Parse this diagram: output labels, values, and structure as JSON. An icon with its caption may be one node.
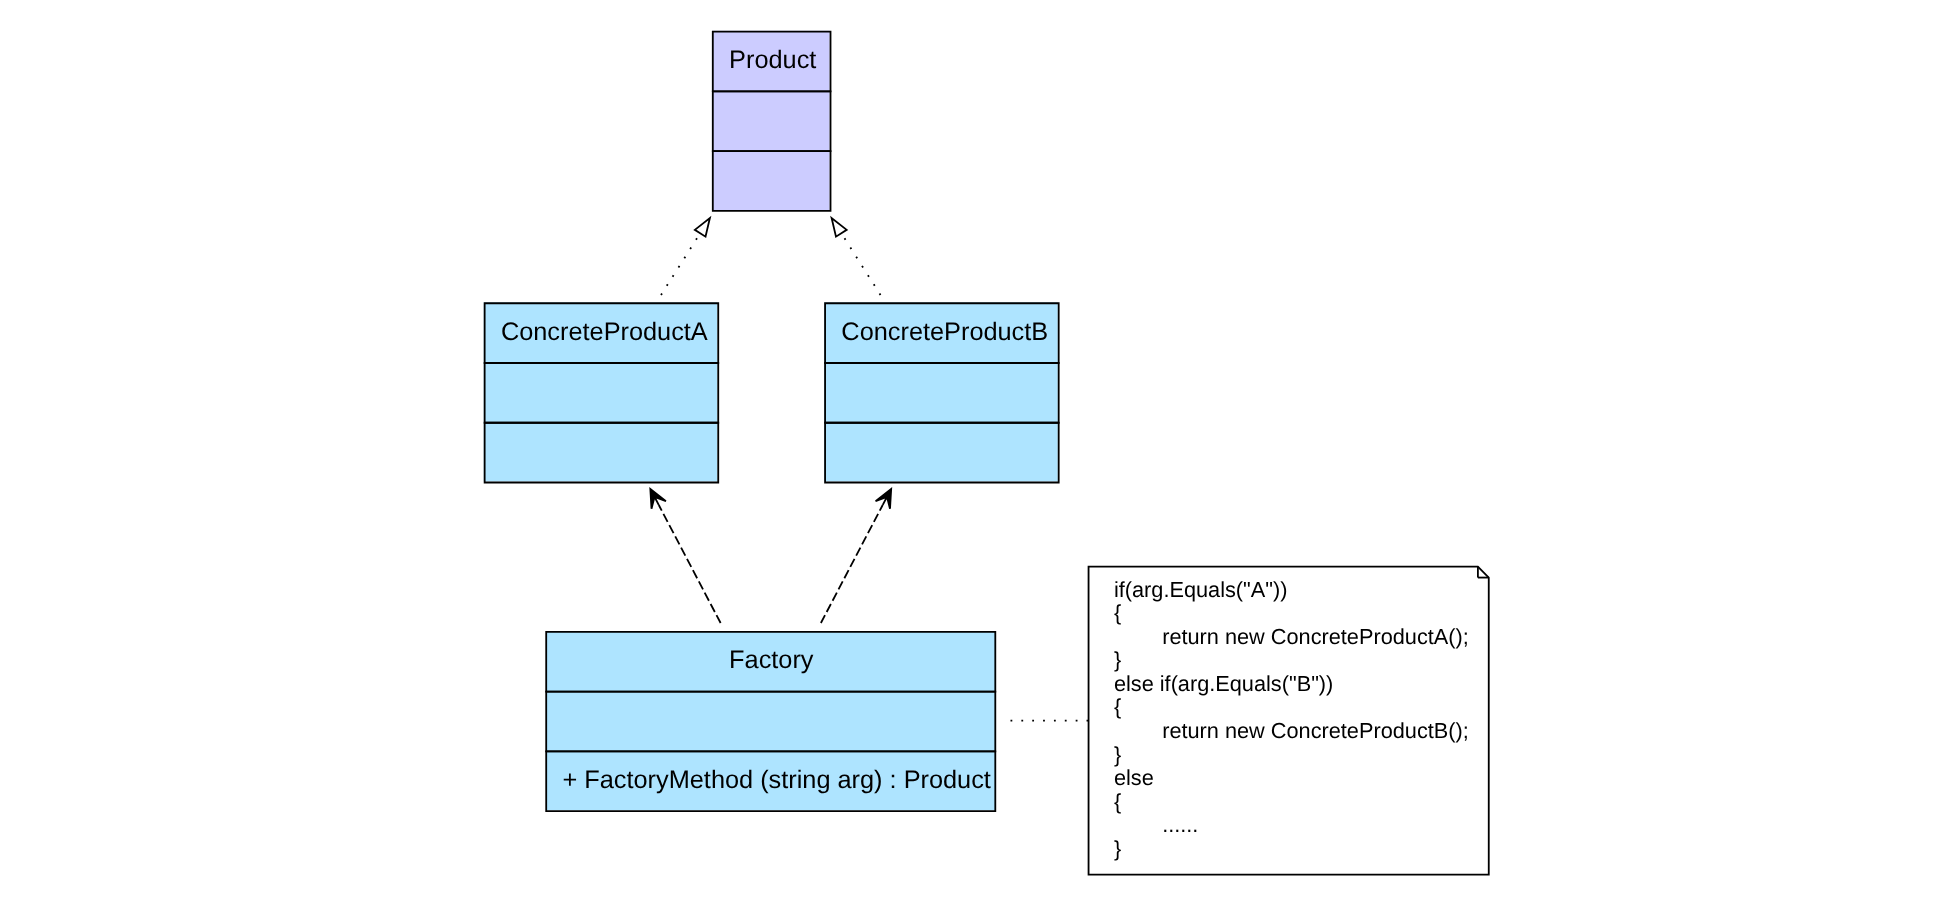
{
  "diagram": {
    "nodes": [
      {
        "text": [
          "Product"
        ]
      },
      {
        "text": [
          "ConcreteProductA"
        ]
      },
      {
        "text": [
          "ConcreteProductB"
        ]
      },
      {
        "text": [
          "Factory",
          "+ FactoryMethod (string arg) : Product"
        ]
      },
      {
        "text": [
          "if(arg.Equals(\"A\"))",
          "{",
          "return new ConcreteProductA();",
          "}",
          "else if(arg.Equals(\"B\"))",
          "{",
          "return new ConcreteProductB();",
          "}",
          "else",
          "{",
          "......",
          "}"
        ]
      }
    ],
    "edges": [
      {
        "from": 1,
        "to": 0,
        "arrow": "to",
        "style": "dashed"
      },
      {
        "from": 2,
        "to": 0,
        "arrow": "to",
        "style": "dashed"
      },
      {
        "from": 3,
        "to": 1,
        "arrow": "to",
        "style": "dashed"
      },
      {
        "from": 3,
        "to": 2,
        "arrow": "to",
        "style": "dashed"
      },
      {
        "from": 4,
        "to": 3,
        "arrow": "none",
        "style": "dashed"
      }
    ]
  }
}
